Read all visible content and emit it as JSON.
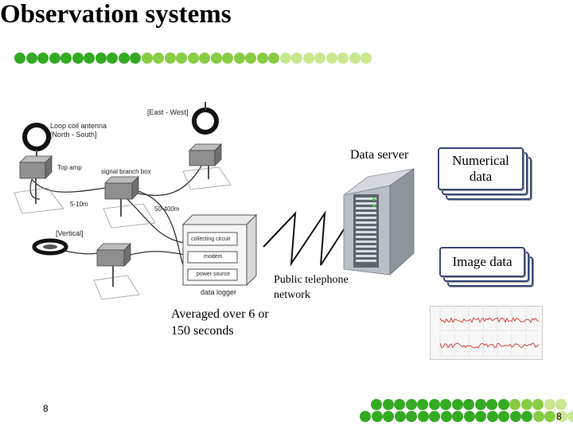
{
  "title": "Observation systems",
  "colors": {
    "dot_dark": "#33aa22",
    "dot_mid": "#88cc44",
    "dot_light": "#c8e890",
    "box_border": "#3a4a7a",
    "graph_line": "#cc3333"
  },
  "dots": {
    "top_row": [
      "dark",
      "dark",
      "dark",
      "dark",
      "dark",
      "dark",
      "dark",
      "dark",
      "dark",
      "dark",
      "dark",
      "mid",
      "mid",
      "mid",
      "mid",
      "mid",
      "mid",
      "mid",
      "mid",
      "mid",
      "mid",
      "mid",
      "mid",
      "light",
      "light",
      "light",
      "light",
      "light",
      "light",
      "light",
      "light"
    ],
    "bottom_row_1": [
      "dark",
      "dark",
      "dark",
      "dark",
      "dark",
      "dark",
      "dark",
      "dark",
      "dark",
      "dark",
      "dark",
      "dark",
      "mid",
      "mid",
      "mid",
      "light",
      "light"
    ],
    "bottom_row_2": [
      "dark",
      "dark",
      "dark",
      "dark",
      "dark",
      "dark",
      "dark",
      "dark",
      "dark",
      "dark",
      "dark",
      "dark",
      "dark",
      "dark",
      "dark",
      "mid",
      "mid",
      "light",
      "light"
    ]
  },
  "diagram": {
    "loop_coil": "Loop coil antenna",
    "north_south": "[North - South]",
    "east_west": "[East - West]",
    "top_amp": "Top amp",
    "signal_branch": "signal branch box",
    "dist_short": "5-10m",
    "dist_long": "50-400m",
    "vertical": "[Vertical]",
    "collecting": "collecting circuit",
    "modem": "modem",
    "power_source": "power source",
    "data_logger": "data logger"
  },
  "labels": {
    "data_server": "Data server",
    "numerical_data": "Numerical data",
    "image_data": "Image data",
    "public_telephone": "Public telephone network",
    "averaged": "Averaged over 6 or 150 seconds"
  },
  "page_number_left": "8",
  "page_number_right": "8"
}
